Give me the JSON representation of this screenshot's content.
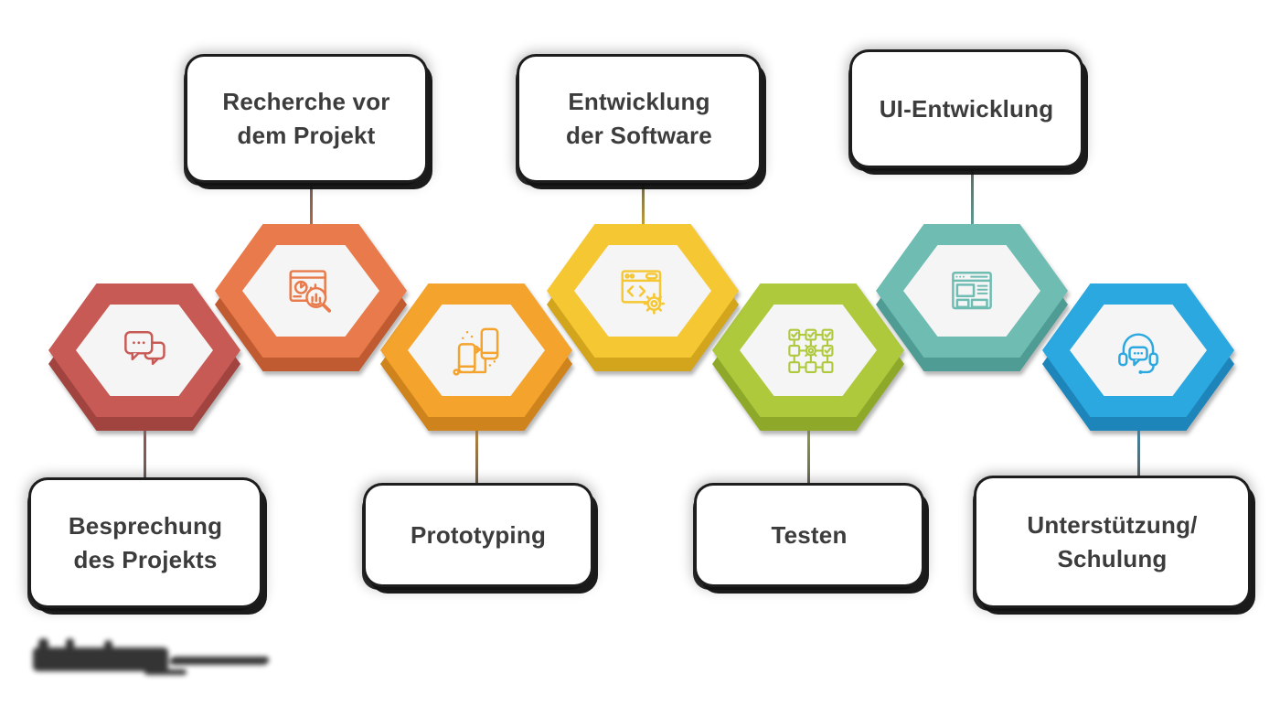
{
  "diagram": {
    "background": "#ffffff",
    "inner_hex_color": "#f5f5f5",
    "text_color": "#3c3c3c",
    "steps": [
      {
        "label": "Besprechung des Projekts",
        "label_lines": [
          "Besprechung",
          "des Projekts"
        ],
        "label_position": "below",
        "color": "#c85a55",
        "dark_color": "#a14440",
        "icon": "chat-bubbles-icon"
      },
      {
        "label": "Recherche vor dem Projekt",
        "label_lines": [
          "Recherche vor",
          "dem Projekt"
        ],
        "label_position": "above",
        "color": "#e97a4b",
        "dark_color": "#c05a30",
        "icon": "market-research-icon"
      },
      {
        "label": "Prototyping",
        "label_lines": [
          "Prototyping"
        ],
        "label_position": "below",
        "color": "#f4a42d",
        "dark_color": "#cf831c",
        "icon": "prototype-phones-icon"
      },
      {
        "label": "Entwicklung der Software",
        "label_lines": [
          "Entwicklung",
          "der Software"
        ],
        "label_position": "above",
        "color": "#f5c733",
        "dark_color": "#d2a51d",
        "icon": "code-window-icon"
      },
      {
        "label": "Testen",
        "label_lines": [
          "Testen"
        ],
        "label_position": "below",
        "color": "#aeca3c",
        "dark_color": "#8ea92a",
        "icon": "test-checklist-icon"
      },
      {
        "label": "UI-Entwicklung",
        "label_lines": [
          "UI-Entwicklung"
        ],
        "label_position": "above",
        "color": "#6fbcb3",
        "dark_color": "#4e9c93",
        "icon": "ui-wireframe-icon"
      },
      {
        "label": "Unterstützung/Schulung",
        "label_lines": [
          "Unterstützung/",
          "Schulung"
        ],
        "label_position": "below",
        "color": "#2ba8df",
        "dark_color": "#1e85bb",
        "icon": "support-headset-icon"
      }
    ],
    "footer": {
      "watermark": "brand-watermark"
    }
  }
}
